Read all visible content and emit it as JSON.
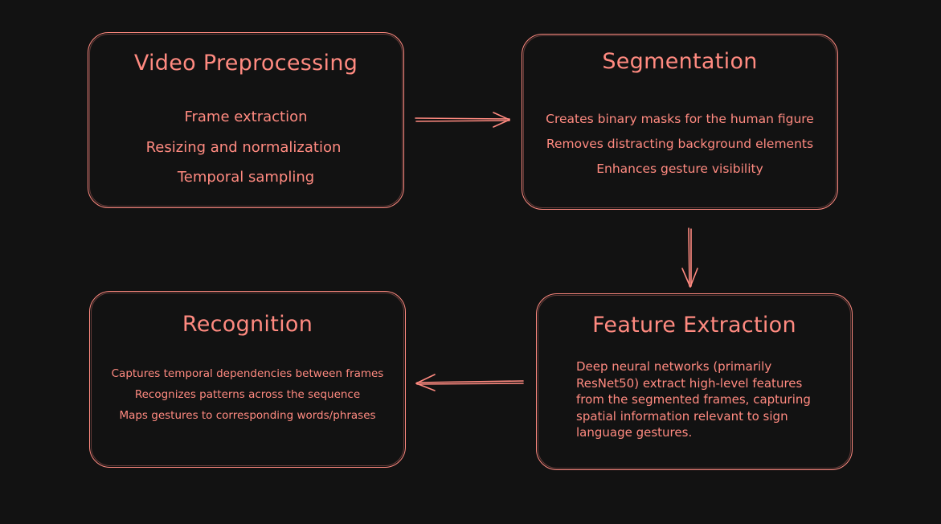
{
  "boxes": {
    "preprocessing": {
      "title": "Video Preprocessing",
      "lines": [
        "Frame extraction",
        "Resizing and normalization",
        "Temporal sampling"
      ]
    },
    "segmentation": {
      "title": "Segmentation",
      "lines": [
        "Creates binary masks for the human figure",
        "Removes distracting background elements",
        "Enhances gesture visibility"
      ]
    },
    "feature_extraction": {
      "title": "Feature Extraction",
      "lines": [
        "Deep neural networks (primarily",
        "ResNet50) extract high-level features",
        "from the segmented frames, capturing",
        "spatial information relevant to sign",
        "language gestures."
      ]
    },
    "recognition": {
      "title": "Recognition",
      "lines": [
        "Captures temporal dependencies between frames",
        "Recognizes patterns across the sequence",
        "Maps gestures to corresponding words/phrases"
      ]
    }
  },
  "colors": {
    "background": "#121212",
    "stroke": "#ff8a80",
    "text": "#ff8a80"
  }
}
